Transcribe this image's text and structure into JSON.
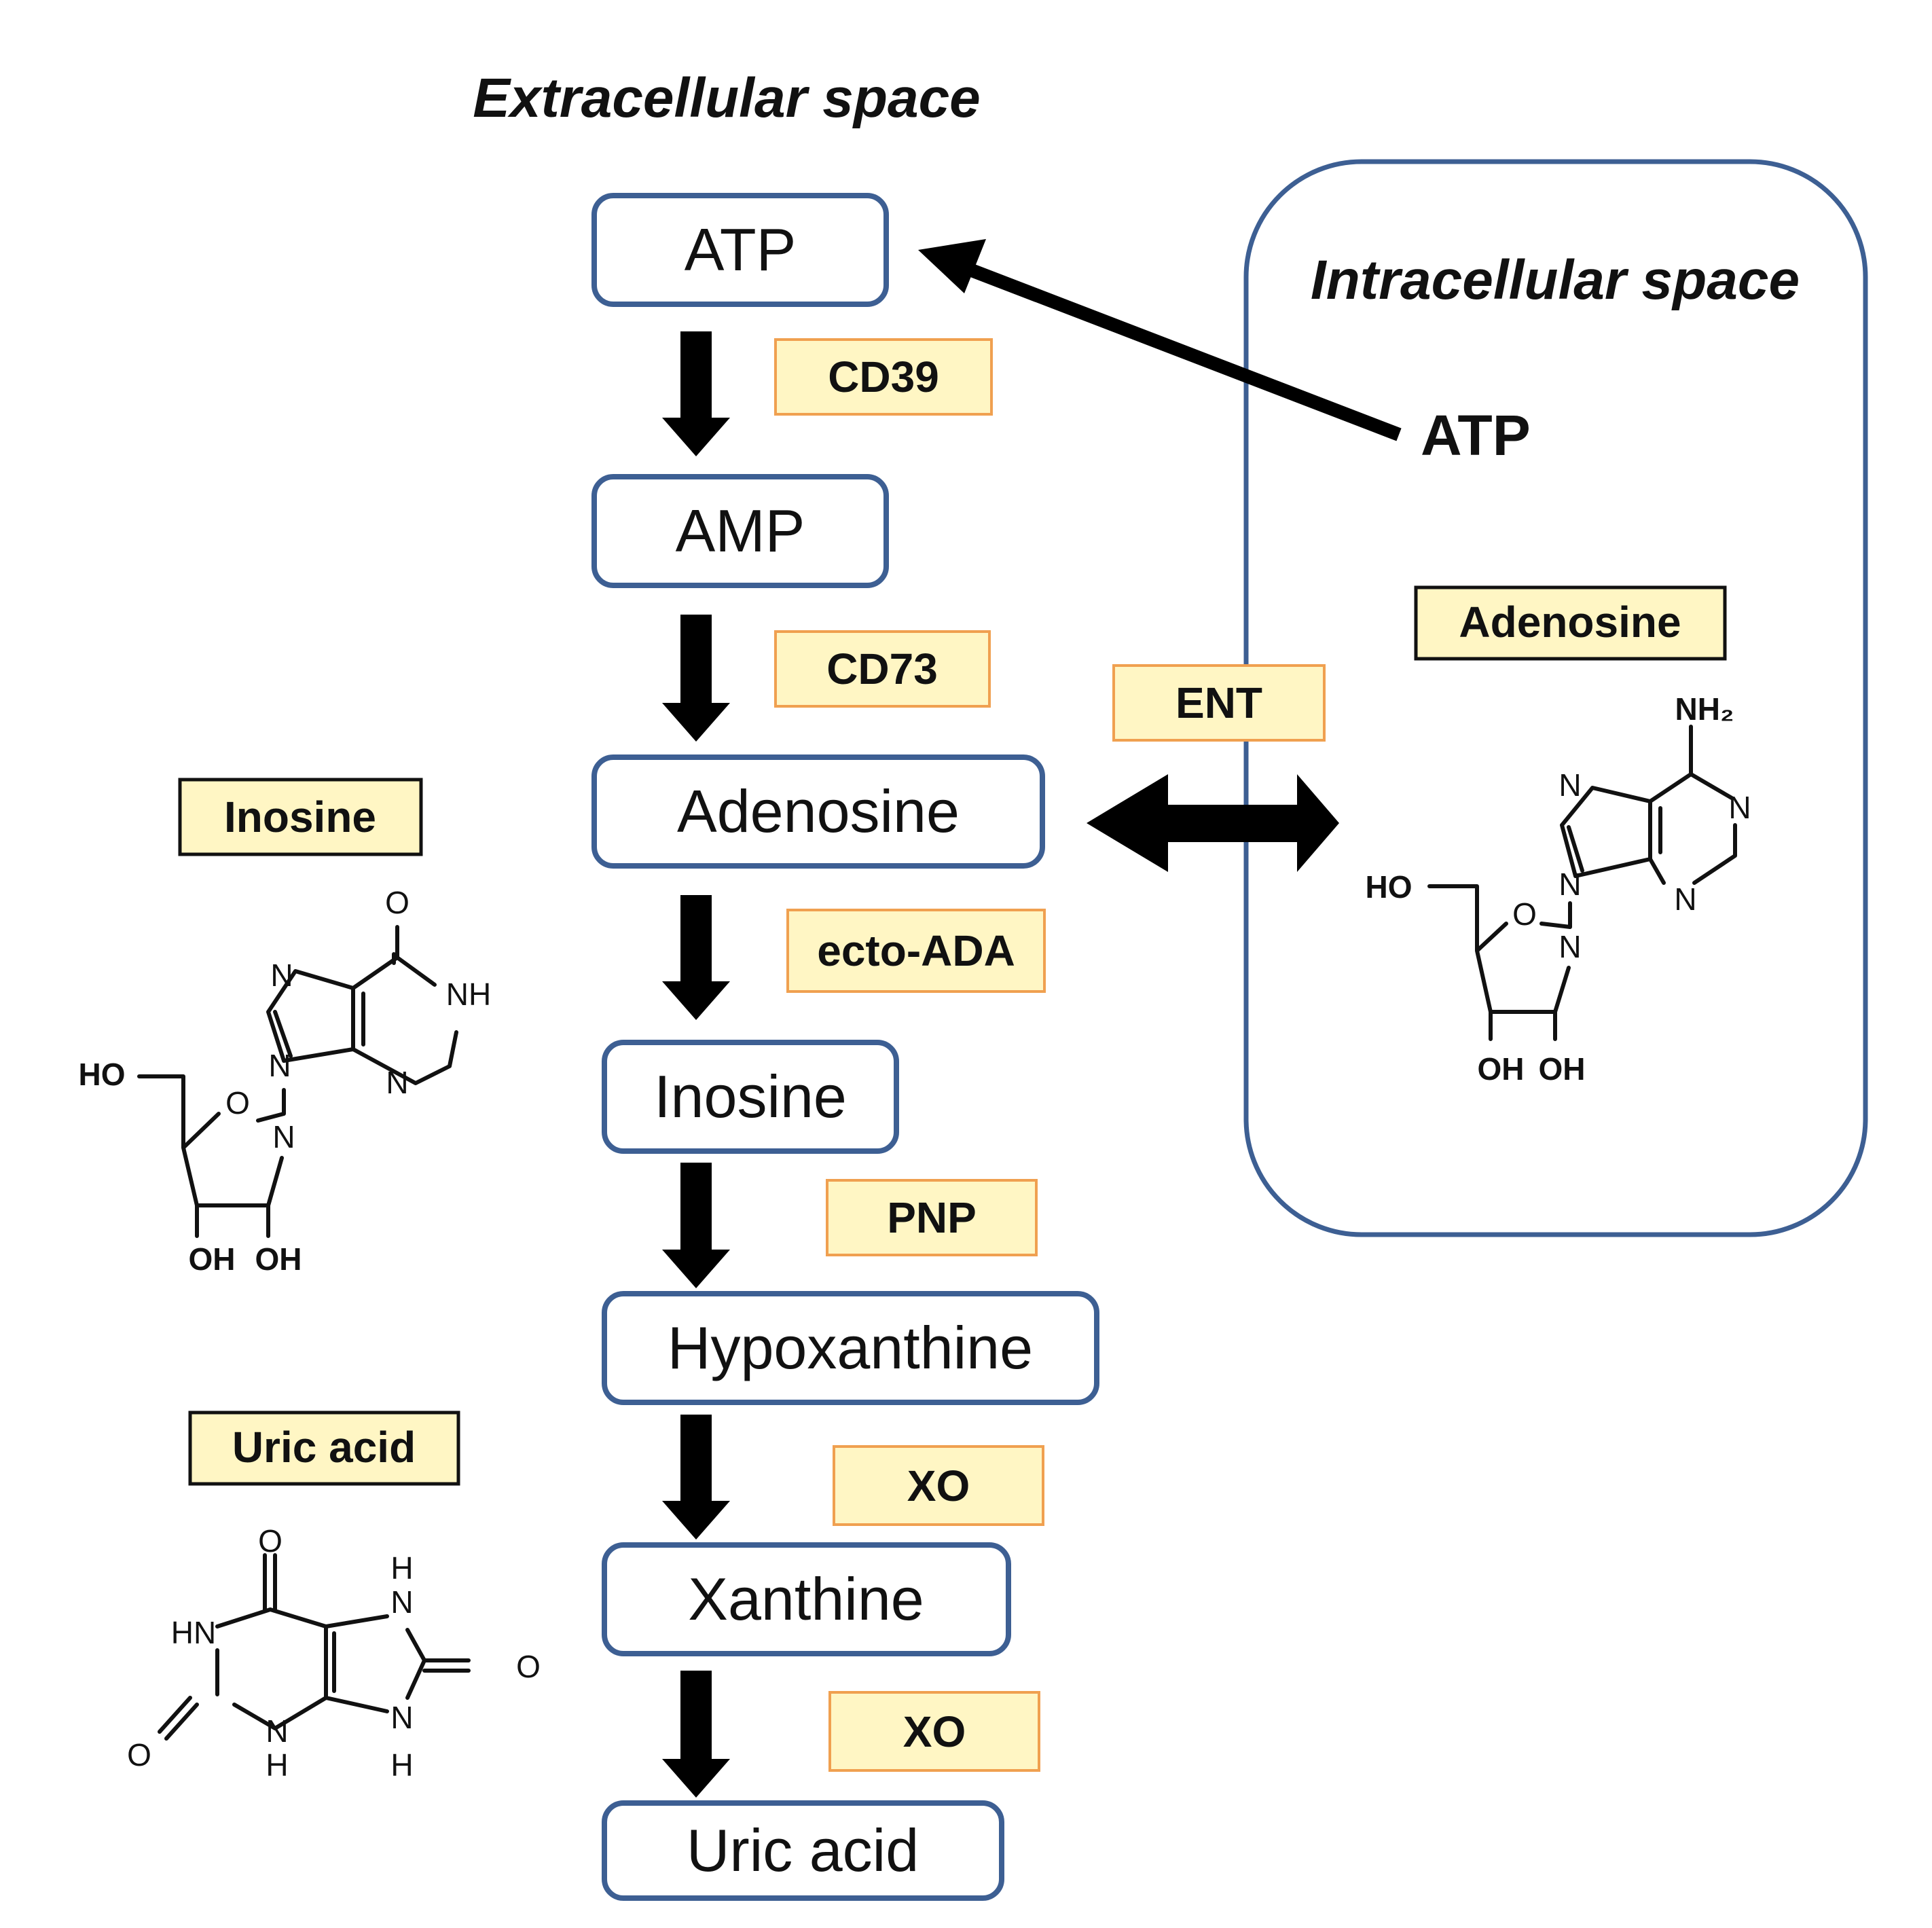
{
  "titles": {
    "extracellular": "Extracellular space",
    "intracellular": "Intracellular space"
  },
  "pathway": {
    "metabolites": [
      "ATP",
      "AMP",
      "Adenosine",
      "Inosine",
      "Hypoxanthine",
      "Xanthine",
      "Uric acid"
    ],
    "enzymes": [
      "CD39",
      "CD73",
      "ecto-ADA",
      "PNP",
      "XO",
      "XO"
    ]
  },
  "transporter": "ENT",
  "intracellular": {
    "atp_label": "ATP",
    "adenosine_label": "Adenosine"
  },
  "structure_labels": {
    "inosine": "Inosine",
    "uric_acid": "Uric acid"
  },
  "atoms": {
    "o": "O",
    "nh": "NH",
    "n": "N",
    "hn": "HN",
    "h": "H",
    "ho": "HO",
    "oh": "OH",
    "nh2": "NH₂"
  }
}
